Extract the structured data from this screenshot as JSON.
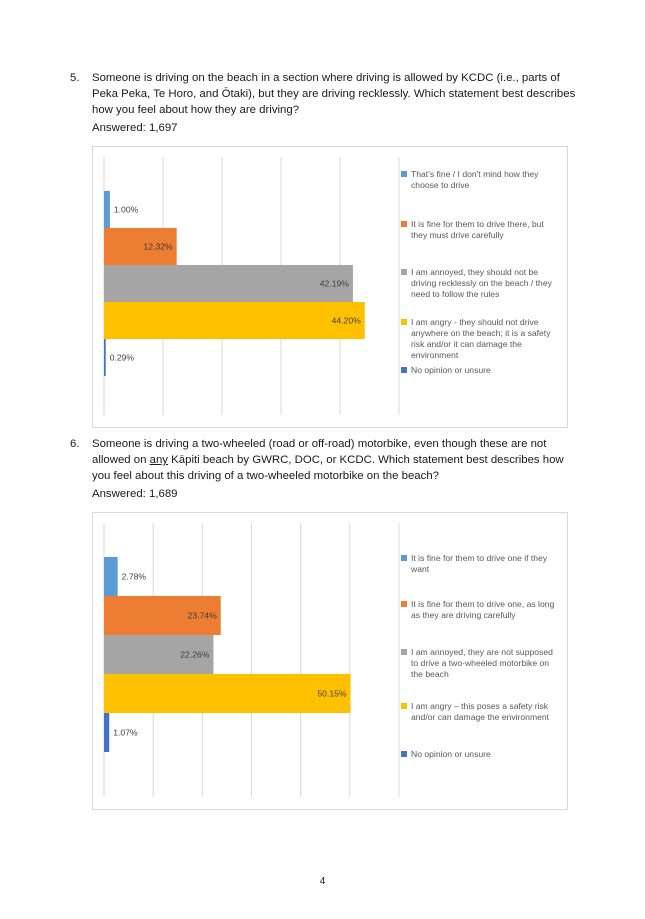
{
  "questions": [
    {
      "number": "5.",
      "text": "Someone is driving on the beach in a section where driving is allowed by KCDC (i.e., parts of Peka Peka, Te Horo, and Ōtaki), but they are driving recklessly.  Which statement best describes how you feel about how they are driving?",
      "answered": "Answered: 1,697",
      "chart_data": {
        "type": "bar",
        "orientation": "horizontal",
        "categories": [
          "That's fine / I don't mind how they choose to drive",
          "It is fine for them to drive there, but they must drive carefully",
          "I am annoyed, they should not be driving recklessly on the beach / they need to follow the rules",
          "I am angry - they should not drive anywhere on the beach; it is a safety risk and/or it can damage the environment",
          "No opinion or unsure"
        ],
        "values": [
          1.0,
          12.32,
          42.19,
          44.2,
          0.29
        ],
        "labels": [
          "1.00%",
          "12.32%",
          "42.19%",
          "44.20%",
          "0.29%"
        ],
        "colors": [
          "#5b9bd5",
          "#ed7d31",
          "#a5a5a5",
          "#ffc000",
          "#4472c4"
        ],
        "xlim": [
          0,
          50
        ],
        "grid": true,
        "legend_position": "right"
      }
    },
    {
      "number": "6.",
      "text_before": "Someone is driving a two-wheeled (road or off-road) motorbike, even though these are not allowed on ",
      "text_underlined": "any",
      "text_after": " Kāpiti beach by GWRC, DOC, or KCDC.  Which statement best describes how you feel about this driving of a two-wheeled motorbike on the beach?",
      "answered": "Answered: 1,689",
      "chart_data": {
        "type": "bar",
        "orientation": "horizontal",
        "categories": [
          "It is fine for them to drive one if they want",
          "It is fine for them to drive one, as long as they are driving carefully",
          "I am annoyed, they are not supposed to drive a two-wheeled motorbike on the beach",
          "I am angry – this poses a safety risk and/or can damage the environment",
          "No opinion or unsure"
        ],
        "values": [
          2.78,
          23.74,
          22.26,
          50.15,
          1.07
        ],
        "labels": [
          "2.78%",
          "23.74%",
          "22.26%",
          "50.15%",
          "1.07%"
        ],
        "colors": [
          "#5b9bd5",
          "#ed7d31",
          "#a5a5a5",
          "#ffc000",
          "#4472c4"
        ],
        "xlim": [
          0,
          60
        ],
        "grid": true,
        "legend_position": "right"
      }
    }
  ],
  "page_number": "4"
}
